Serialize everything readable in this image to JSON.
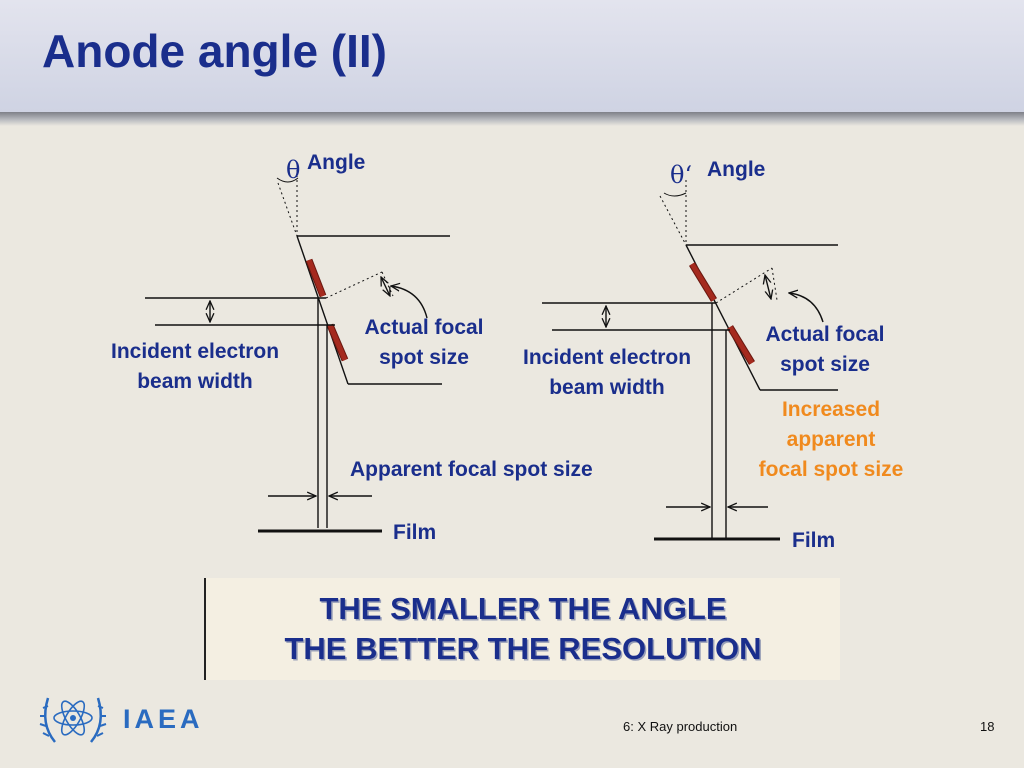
{
  "title": "Anode angle (II)",
  "left_diagram": {
    "theta": "θ",
    "angle_label": "Angle",
    "incident_line1": "Incident electron",
    "incident_line2": "beam width",
    "actual_line1": "Actual focal",
    "actual_line2": "spot size",
    "apparent_label": "Apparent focal spot size",
    "film_label": "Film"
  },
  "right_diagram": {
    "theta": "θ‘",
    "angle_label": "Angle",
    "incident_line1": "Incident electron",
    "incident_line2": "beam width",
    "actual_line1": "Actual focal",
    "actual_line2": "spot size",
    "increased_line1": "Increased",
    "increased_line2": "apparent",
    "increased_line3": "focal spot size",
    "film_label": "Film"
  },
  "conclusion": {
    "line1": "THE SMALLER THE ANGLE",
    "line2": "THE BETTER THE RESOLUTION"
  },
  "footer": {
    "logo_text": "IAEA",
    "course": "6: X Ray production",
    "page_number": "18"
  },
  "colors": {
    "title_blue": "#1a2e8c",
    "highlight_orange": "#f08a1e",
    "target_red": "#a52a1e",
    "logo_blue": "#2a6bc0"
  },
  "icons": [
    "un-laurel-atom-logo"
  ]
}
